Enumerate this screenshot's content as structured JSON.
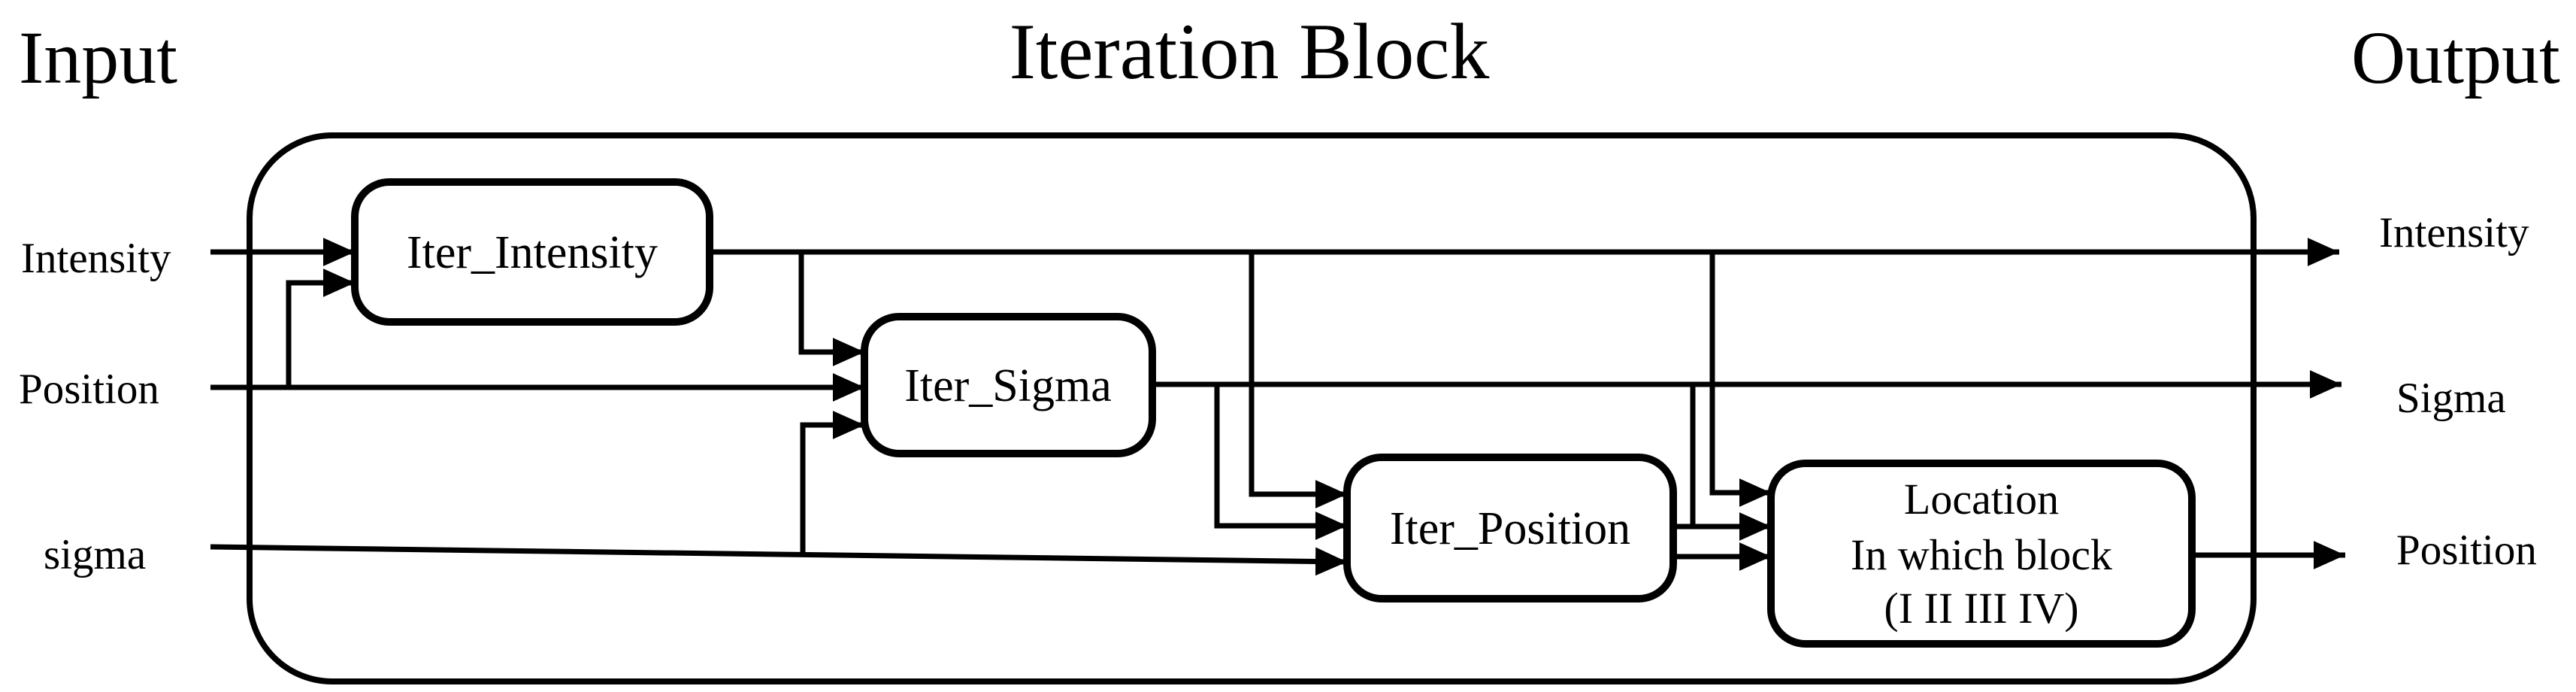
{
  "diagram": {
    "title": "Iteration Block",
    "input_header": "Input",
    "output_header": "Output",
    "inputs": [
      {
        "label": "Intensity"
      },
      {
        "label": "Position"
      },
      {
        "label": "sigma"
      }
    ],
    "outputs": [
      {
        "label": "Intensity"
      },
      {
        "label": "Sigma"
      },
      {
        "label": "Position"
      }
    ],
    "blocks": {
      "iter_intensity": {
        "label": "Iter_Intensity"
      },
      "iter_sigma": {
        "label": "Iter_Sigma"
      },
      "iter_position": {
        "label": "Iter_Position"
      },
      "location": {
        "line1": "Location",
        "line2": "In which block",
        "line3": "(I II III IV)"
      }
    },
    "colors": {
      "ink": "#000000",
      "background": "#ffffff"
    }
  }
}
